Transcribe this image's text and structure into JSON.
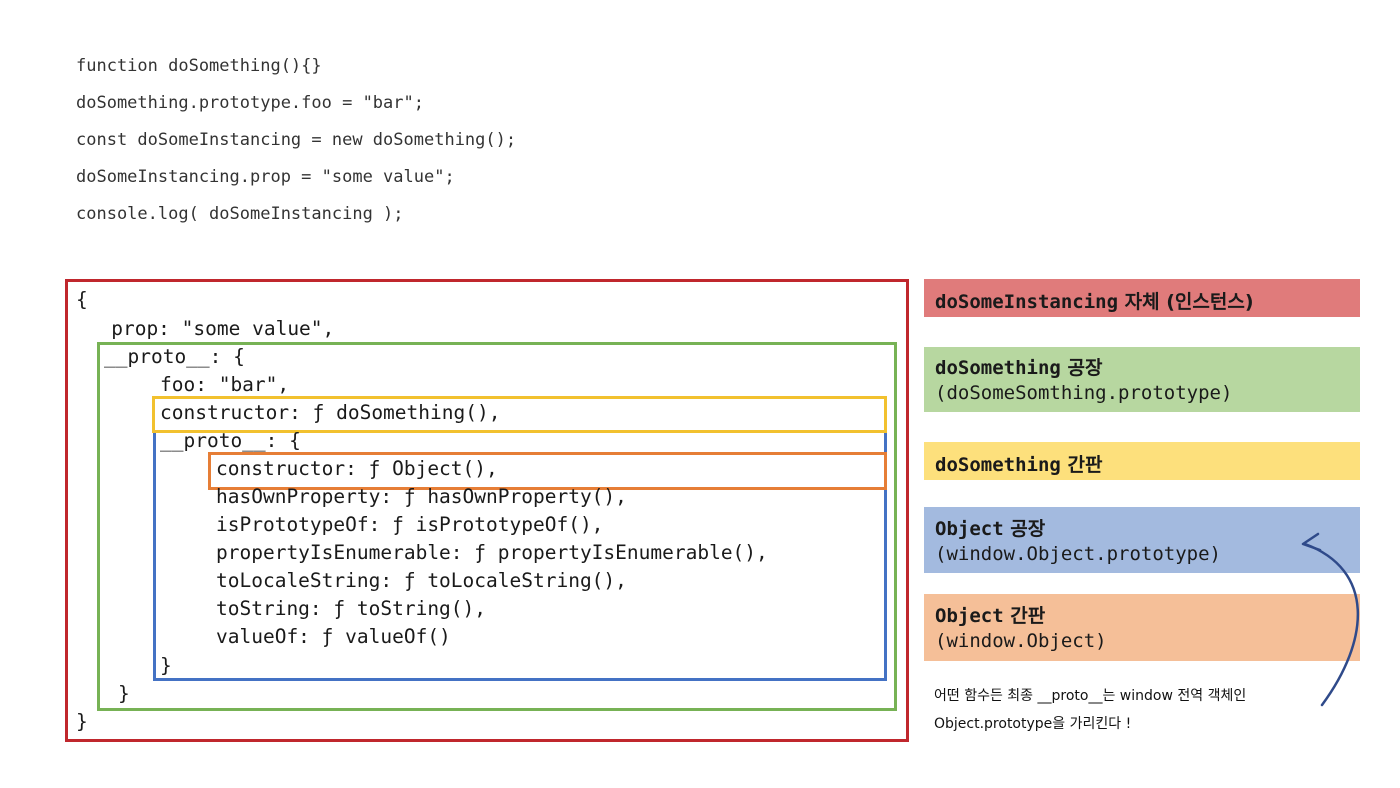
{
  "code_lines": [
    "function doSomething(){}",
    "doSomething.prototype.foo = \"bar\";",
    "const doSomeInstancing = new doSomething();",
    "doSomeInstancing.prop = \"some value\";",
    "console.log( doSomeInstancing );"
  ],
  "object_lines": [
    "{",
    "   prop: \"some value\",",
    "__proto__: {",
    "foo: \"bar\",",
    "constructor: ƒ doSomething(),",
    "__proto__: {",
    "constructor: ƒ Object(),",
    "hasOwnProperty: ƒ hasOwnProperty(),",
    "isPrototypeOf: ƒ isPrototypeOf(),",
    "propertyIsEnumerable: ƒ propertyIsEnumerable(),",
    "toLocaleString: ƒ toLocaleString(),",
    "toString: ƒ toString(),",
    "valueOf: ƒ valueOf()",
    "}",
    "}",
    "}"
  ],
  "legend": {
    "instance": {
      "code": "doSomeInstancing",
      "text": " 자체 (인스턴스)",
      "color": "#e07b7b"
    },
    "factory": {
      "code": "doSomething",
      "text": " 공장",
      "sub": "(doSomeSomthing.prototype)",
      "color": "#b7d7a0"
    },
    "signboard": {
      "code": "doSomething",
      "text": " 간판",
      "color": "#fde07c"
    },
    "object_factory": {
      "code": "Object",
      "text": " 공장",
      "sub": "(window.Object.prototype)",
      "color": "#a3badf"
    },
    "object_signboard": {
      "code": "Object",
      "text": " 간판",
      "sub": "(window.Object)",
      "color": "#f5bf98"
    }
  },
  "note": {
    "line1": "어떤 함수든 최종 __proto__는 window 전역 객체인",
    "line2": "Object.prototype을 가리킨다 !"
  },
  "colors": {
    "instance_border": "#c0272d",
    "proto_border": "#77b255",
    "object_proto_border": "#4472c4",
    "constructor_border": "#f2c12e",
    "object_constructor_border": "#e67e36",
    "arrow": "#2f4a8a"
  }
}
